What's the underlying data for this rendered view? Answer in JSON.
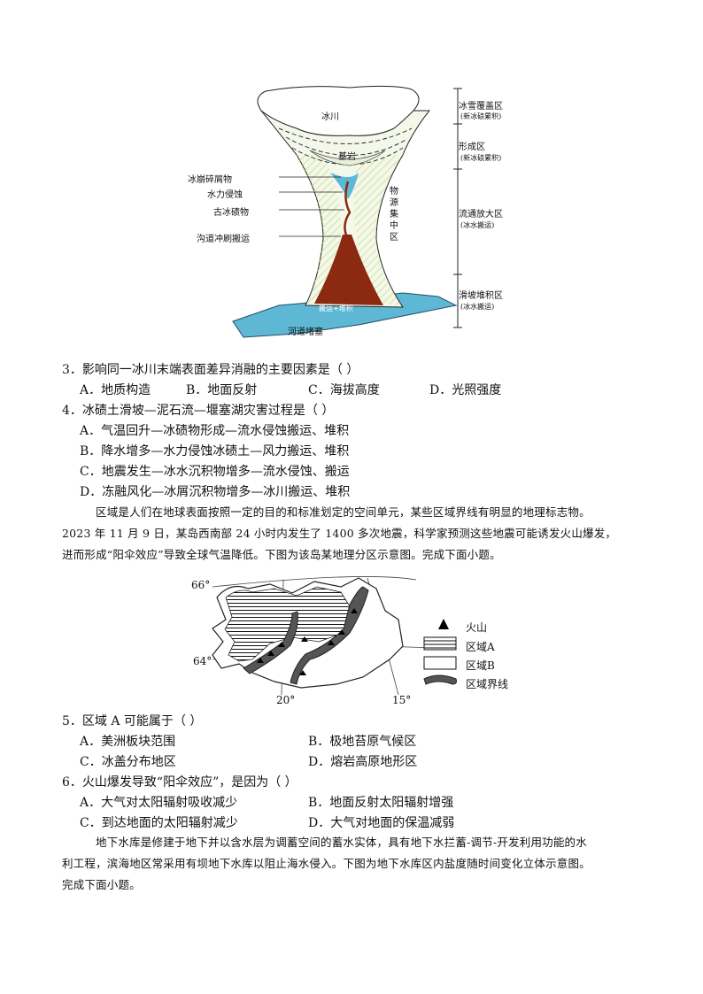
{
  "figure1": {
    "glacier": "冰川",
    "bedrock": "基岩",
    "debris": "冰崩碎屑物",
    "water_erosion": "水力侵蚀",
    "ancient_till": "古冰碛物",
    "gully": "沟道冲刷搬运",
    "source_zone": "物源集中区",
    "transport_deposit": "搬运+堆积",
    "river_blockage": "河道堵塞",
    "zones": [
      {
        "name": "冰雪覆盖区",
        "note": "(新冰碛累积)"
      },
      {
        "name": "形成区",
        "note": "(新冰碛累积)"
      },
      {
        "name": "流通放大区",
        "note": "(冰水搬运)"
      },
      {
        "name": "滑坡堆积区",
        "note": "(冰水搬运)"
      }
    ]
  },
  "q3": {
    "stem": "3．影响同一冰川末端表面差异消融的主要因素是（    ）",
    "options": [
      "A．地质构造",
      "B．地面反射",
      "C．海拔高度",
      "D．光照强度"
    ]
  },
  "q4": {
    "stem": "4．冰碛土滑坡—泥石流—堰塞湖灾害过程是（    ）",
    "options": [
      "A．气温回升—冰碛物形成—流水侵蚀搬运、堆积",
      "B．降水增多—水力侵蚀冰碛土—风力搬运、堆积",
      "C．地震发生—冰水沉积物增多—流水侵蚀、搬运",
      "D．冻融风化—冰屑沉积物增多—冰川搬运、堆积"
    ]
  },
  "passage1": {
    "line1": "区域是人们在地球表面按照一定的目的和标准划定的空间单元，某些区域界线有明显的地理标志物。",
    "line2": "2023 年 11 月 9 日，某岛西南部 24 小时内发生了 1400 多次地震，科学家预测这些地震可能诱发火山爆发，",
    "line3": "进而形成“阳伞效应”导致全球气温降低。下图为该岛某地理分区示意图。完成下面小题。"
  },
  "figure2": {
    "lat66": "66°",
    "lat64": "64°",
    "lon20": "20°",
    "lon15": "15°",
    "legend": [
      "火山",
      "区域A",
      "区域B",
      "区域界线"
    ]
  },
  "q5": {
    "stem": "5．区域 A 可能属于（    ）",
    "options": [
      "A．美洲板块范围",
      "B．极地苔原气候区",
      "C．冰盖分布地区",
      "D．熔岩高原地形区"
    ]
  },
  "q6": {
    "stem": "6．火山爆发导致“阳伞效应”，是因为（    ）",
    "options": [
      "A．大气对太阳辐射吸收减少",
      "B．地面反射太阳辐射增强",
      "C．到达地面的太阳辐射减少",
      "D．大气对地面的保温减弱"
    ]
  },
  "passage2": {
    "line1": "地下水库是修建于地下并以含水层为调蓄空间的蓄水实体，具有地下水拦蓄-调节-开发利用功能的水",
    "line2": "利工程，滨海地区常采用有坝地下水库以阻止海水侵入。下图为地下水库区内盐度随时间变化立体示意图。",
    "line3": "完成下面小题。"
  },
  "colors": {
    "ice": "#5fb7d6",
    "deposit": "#8b2a10",
    "hatch": "#c7d98a"
  }
}
